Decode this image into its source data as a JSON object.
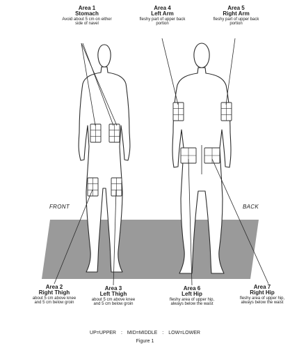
{
  "areas": {
    "a1": {
      "title": "Area 1",
      "name": "Stomach",
      "desc": "Avoid about 5 cm on either side of navel"
    },
    "a4": {
      "title": "Area 4",
      "name": "Left Arm",
      "desc": "fleshy part of upper back portion"
    },
    "a5": {
      "title": "Area 5",
      "name": "Right Arm",
      "desc": "fleshy part of upper back portion"
    },
    "a2": {
      "title": "Area 2",
      "name": "Right Thigh",
      "desc": "about 5 cm above knee and 5 cm below groin"
    },
    "a3": {
      "title": "Area 3",
      "name": "Left Thigh",
      "desc": "about 5 cm above knee and 5 cm below groin"
    },
    "a6": {
      "title": "Area 6",
      "name": "Left Hip",
      "desc": "fleshy area of upper hip, always below the waist"
    },
    "a7": {
      "title": "Area 7",
      "name": "Right Hip",
      "desc": "fleshy area of upper hip, always below the waist"
    }
  },
  "views": {
    "front": "FRONT",
    "back": "BACK"
  },
  "legend": {
    "upper": "UP=UPPER",
    "mid": "MID=MIDDLE",
    "low": "LOW=LOWER",
    "separator": ":"
  },
  "caption": "Figure 1",
  "colors": {
    "floor": "#9a9a9a",
    "outline": "#2b2b2b",
    "text": "#1a1a1a"
  }
}
